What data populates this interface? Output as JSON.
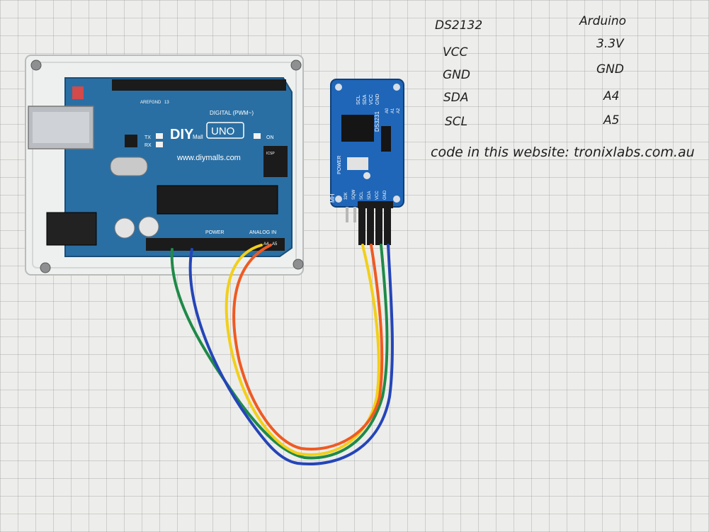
{
  "notes": {
    "header_left": "DS2132",
    "header_right": "Arduino",
    "rows": [
      {
        "left": "VCC",
        "right": "3.3V"
      },
      {
        "left": "GND",
        "right": "GND"
      },
      {
        "left": "SDA",
        "right": "A4"
      },
      {
        "left": "SCL",
        "right": "A5"
      }
    ],
    "code_line": "code in this website: tronixlabs.com.au"
  },
  "arduino": {
    "brand": "DIY",
    "brand_sub": "Mall",
    "model": "UNO",
    "website": "www.diymalls.com",
    "digital_label": "DIGITAL (PWM~)",
    "power_label": "POWER",
    "analog_label": "ANALOG IN",
    "aref_label": "AREF",
    "gnd_label": "GND",
    "tx_label": "TX",
    "rx_label": "RX",
    "on_label": "ON",
    "icsp_label": "ICSP",
    "pin13_label": "13",
    "a4_label": "A4",
    "a5_label": "A5"
  },
  "module": {
    "chip_label": "DS3231",
    "top_pins": [
      "SCL",
      "SDA",
      "VCC",
      "GND"
    ],
    "side_pins": [
      "A0",
      "A1",
      "A2"
    ],
    "power_label": "POWER",
    "bottom_pins": [
      "32K",
      "SQW",
      "SCL",
      "SDA",
      "VCC",
      "GND"
    ],
    "maker_mark": "MH"
  },
  "colors": {
    "board_blue": "#2a6fa3",
    "module_blue": "#1f66b8",
    "wire_green": "#1f8a48",
    "wire_blue": "#2445b8",
    "wire_yellow": "#f2cf1a",
    "wire_orange": "#ef5a22"
  }
}
